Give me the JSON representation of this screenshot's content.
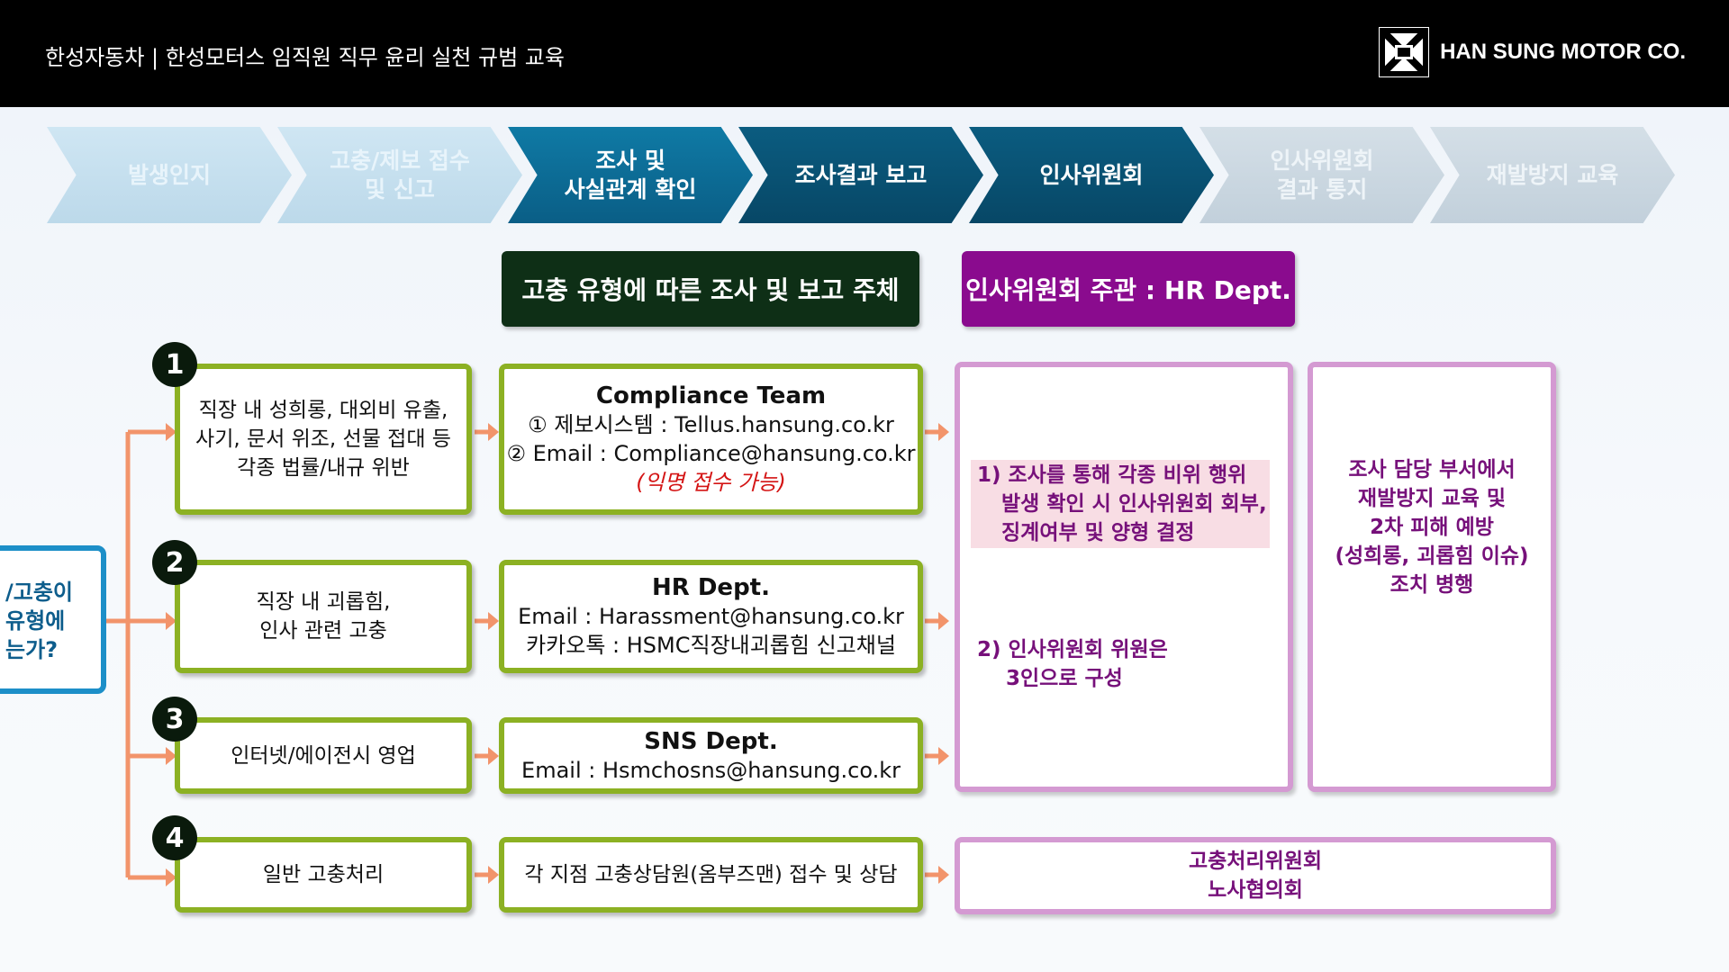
{
  "header": {
    "title": "한성자동차 | 한성모터스 임직원 직무 윤리 실천 규범 교육",
    "brand_name": "HAN SUNG MOTOR CO.",
    "logo_icon": "hansung-logo-icon"
  },
  "process_steps": [
    {
      "line1": "발생인지",
      "line2": ""
    },
    {
      "line1": "고충/제보 접수",
      "line2": "및 신고"
    },
    {
      "line1": "조사 및",
      "line2": "사실관계 확인"
    },
    {
      "line1": "조사결과 보고",
      "line2": ""
    },
    {
      "line1": "인사위원회",
      "line2": ""
    },
    {
      "line1": "인사위원회",
      "line2": "결과 통지"
    },
    {
      "line1": "재발방지 교육",
      "line2": ""
    }
  ],
  "section_headers": {
    "investigation": "고충 유형에 따른 조사 및 보고 주체",
    "committee": "인사위원회 주관 : HR Dept."
  },
  "left_box": {
    "line1": "/고충이",
    "line2": "유형에",
    "line3": "는가?"
  },
  "rows": [
    {
      "number": "1",
      "type_lines": [
        "직장 내 성희롱, 대외비 유출,",
        "사기, 문서 위조, 선물 접대 등",
        "각종 법률/내규 위반"
      ],
      "owner_title": "Compliance Team",
      "owner_lines": [
        "① 제보시스템 : Tellus.hansung.co.kr",
        "② Email : Compliance@hansung.co.kr"
      ],
      "owner_note": "(익명 접수 가능)"
    },
    {
      "number": "2",
      "type_lines": [
        "직장 내 괴롭힘,",
        "인사 관련 고충"
      ],
      "owner_title": "HR Dept.",
      "owner_lines": [
        "Email : Harassment@hansung.co.kr",
        "카카오톡 : HSMC직장내괴롭힘 신고채널"
      ]
    },
    {
      "number": "3",
      "type_lines": [
        "인터넷/에이전시 영업"
      ],
      "owner_title": "SNS Dept.",
      "owner_lines": [
        "Email : Hsmchosns@hansung.co.kr"
      ]
    },
    {
      "number": "4",
      "type_lines": [
        "일반 고충처리"
      ],
      "owner_lines": [
        "각 지점 고충상담원(옴부즈맨) 접수 및 상담"
      ]
    }
  ],
  "committee_box": {
    "point1": [
      "1) 조사를 통해 각종 비위 행위",
      "발생 확인 시 인사위원회 회부,",
      "징계여부 및 양형 결정"
    ],
    "point2": [
      "2) 인사위원회 위원은",
      "3인으로 구성"
    ]
  },
  "prevention_box": [
    "조사 담당 부서에서",
    "재발방지 교육 및",
    "2차 피해 예방",
    "(성희롱, 괴롭힘 이슈)",
    "조치 병행"
  ],
  "grievance_box": [
    "고충처리위원회",
    "노사협의회"
  ],
  "colors": {
    "active_step": "#0f7aa5",
    "green_border": "#8cb123",
    "purple_border": "#d49ad2",
    "purple_text": "#76107a",
    "arrow": "#f2946b",
    "header_green": "#0e2f16",
    "header_purple": "#8a0b8e"
  }
}
